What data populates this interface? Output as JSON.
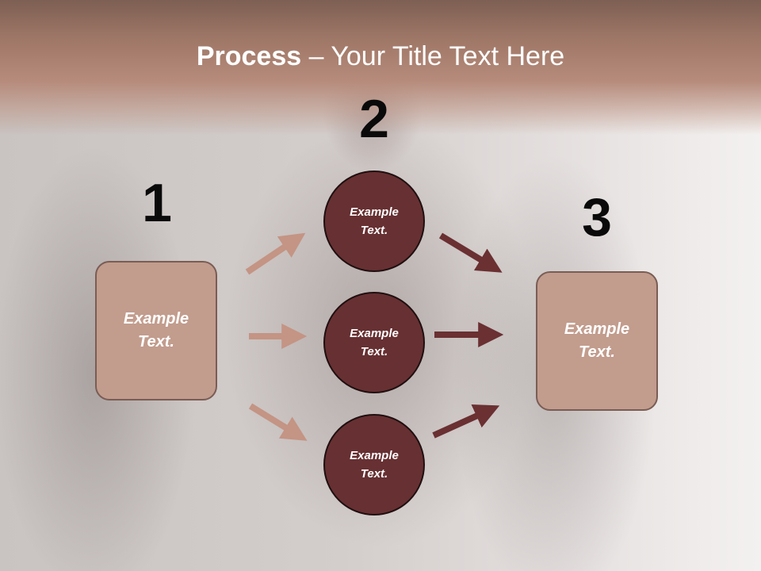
{
  "slide": {
    "title_bold": "Process",
    "title_rest": " – Your Title Text Here"
  },
  "steps": {
    "n1": "1",
    "n2": "2",
    "n3": "3"
  },
  "nodes": {
    "left_box": "Example Text.",
    "circle_top": "Example Text.",
    "circle_middle": "Example Text.",
    "circle_bottom": "Example Text.",
    "right_box": "Example Text."
  },
  "colors": {
    "box_fill": "#c29c8d",
    "circle_fill": "#673032",
    "arrow_light": "#c49484",
    "arrow_dark": "#6a3032",
    "title_band": "#a07868"
  }
}
